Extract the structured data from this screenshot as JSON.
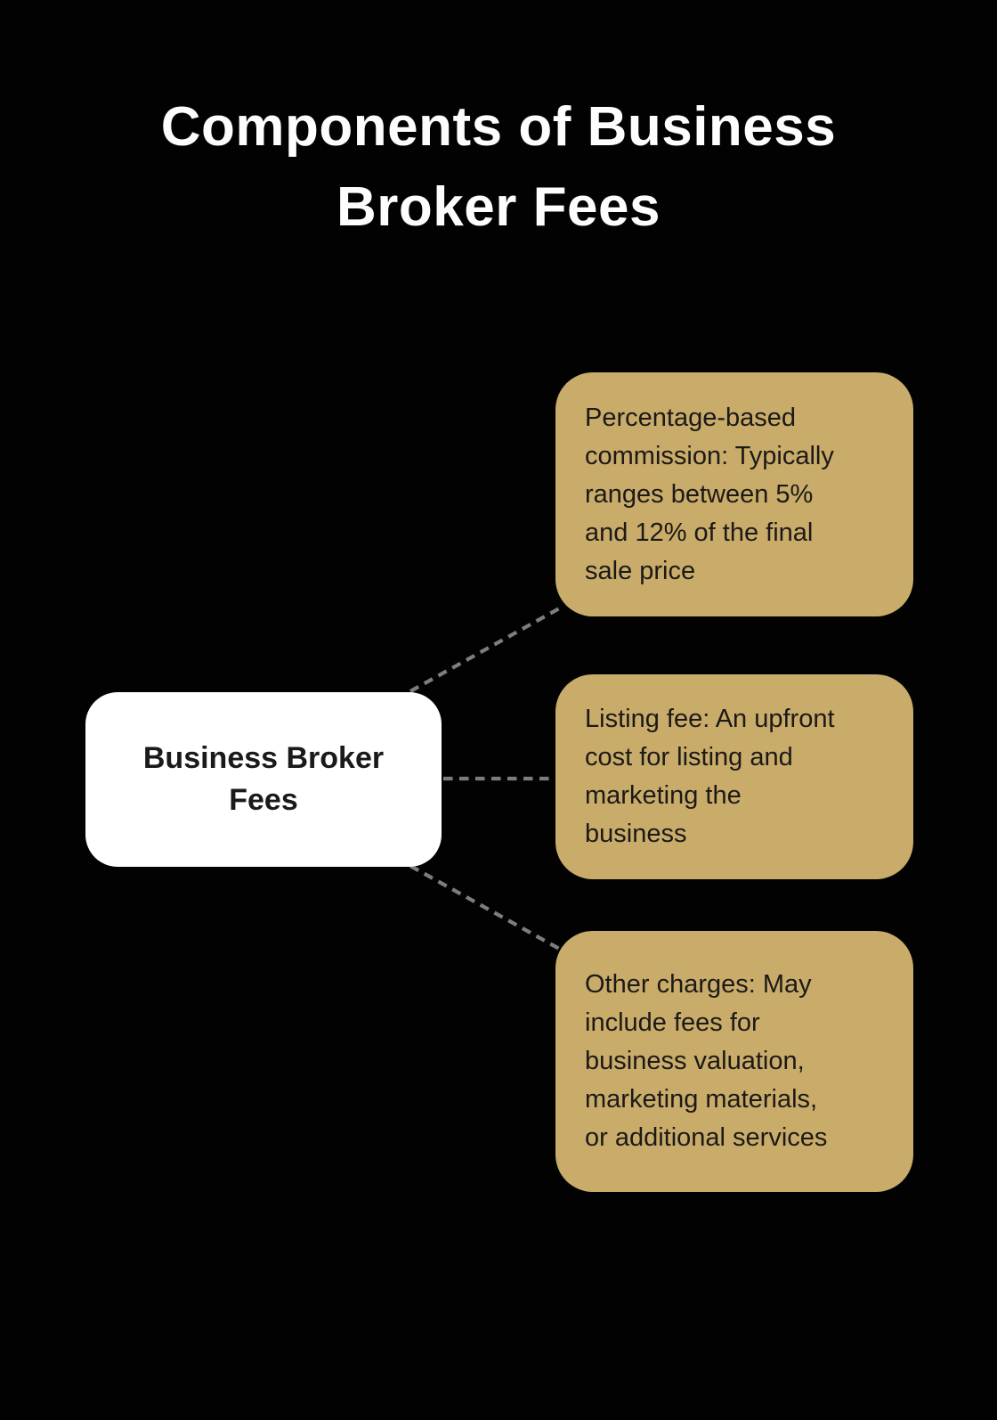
{
  "title": "Components of Business\nBroker Fees",
  "center_node": {
    "label": "Business Broker\nFees"
  },
  "branches": [
    {
      "text": "Percentage-based\ncommission: Typically\nranges between 5%\nand 12% of the final\nsale price"
    },
    {
      "text": "Listing fee: An upfront\ncost for listing and\nmarketing the\nbusiness"
    },
    {
      "text": "Other charges: May\ninclude fees for\nbusiness valuation,\nmarketing materials,\nor additional services"
    }
  ],
  "colors": {
    "background": "#020202",
    "title_text": "#fdfdfd",
    "center_box_fill": "#ffffff",
    "center_box_text": "#1a1a1a",
    "branch_box_fill": "#c9ac6a",
    "branch_box_text": "#1c1917",
    "connector_line": "#7d7d7d"
  }
}
